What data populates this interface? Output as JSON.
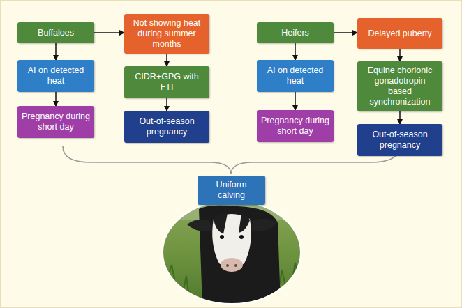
{
  "diagram": {
    "nodes": [
      {
        "text": [
          "Buffaloes"
        ]
      },
      {
        "text": [
          "Not showing heat during summer months"
        ]
      },
      {
        "text": [
          "AI on detected heat"
        ]
      },
      {
        "text": [
          "CIDR+GPG with FTI"
        ]
      },
      {
        "text": [
          "Pregnancy during short day"
        ]
      },
      {
        "text": [
          "Out-of-season pregnancy"
        ]
      },
      {
        "text": [
          "Heifers"
        ]
      },
      {
        "text": [
          "Delayed puberty"
        ]
      },
      {
        "text": [
          "AI on detected heat"
        ]
      },
      {
        "text": [
          "Equine chorionic gonadotropin based synchronization"
        ]
      },
      {
        "text": [
          "Pregnancy during short day"
        ]
      },
      {
        "text": [
          "Out-of-season pregnancy"
        ]
      },
      {
        "text": [
          "Uniform calving"
        ]
      }
    ],
    "edges": [
      {
        "from": 0,
        "to": 1,
        "arrow": "to"
      },
      {
        "from": 0,
        "to": 2,
        "arrow": "to"
      },
      {
        "from": 2,
        "to": 4,
        "arrow": "to"
      },
      {
        "from": 1,
        "to": 3,
        "arrow": "to"
      },
      {
        "from": 3,
        "to": 5,
        "arrow": "to"
      },
      {
        "from": 6,
        "to": 7,
        "arrow": "to"
      },
      {
        "from": 6,
        "to": 8,
        "arrow": "to"
      },
      {
        "from": 8,
        "to": 10,
        "arrow": "to"
      },
      {
        "from": 7,
        "to": 9,
        "arrow": "to"
      },
      {
        "from": 9,
        "to": 11,
        "arrow": "to"
      }
    ]
  }
}
